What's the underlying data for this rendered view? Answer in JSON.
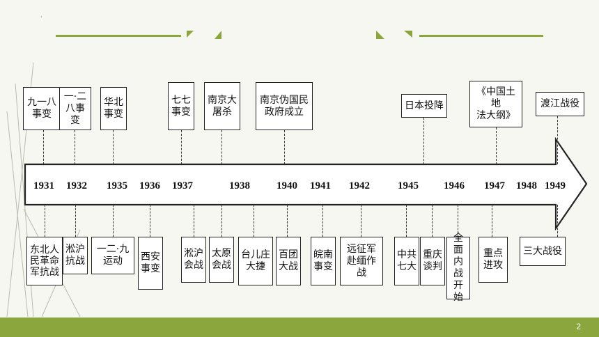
{
  "years": [
    "1931",
    "1932",
    "1935",
    "1936",
    "1937",
    "1938",
    "1940",
    "1941",
    "1942",
    "1945",
    "1946",
    "1947",
    "1948",
    "1949"
  ],
  "top_events": [
    {
      "id": "jiuyiba",
      "text": "九一八\n事变"
    },
    {
      "id": "yierba",
      "text": "一·二\n八事变"
    },
    {
      "id": "huabei",
      "text": "华北\n事变"
    },
    {
      "id": "qiqi",
      "text": "七七\n事变"
    },
    {
      "id": "nanjing-massacre",
      "text": "南京大\n屠杀"
    },
    {
      "id": "wang-regime",
      "text": "南京伪国民\n政府成立"
    },
    {
      "id": "japan-surrender",
      "text": "日本投降"
    },
    {
      "id": "land-law",
      "text": "《中国土地\n法大纲》"
    },
    {
      "id": "yangtze-crossing",
      "text": "渡江战役"
    }
  ],
  "bottom_events": [
    {
      "id": "northeast-army",
      "text": "东北人\n民革命\n军抗战"
    },
    {
      "id": "songhu-1932",
      "text": "淞沪\n抗战"
    },
    {
      "id": "dec9",
      "text": "一二·九\n运动"
    },
    {
      "id": "xian",
      "text": "西安\n事变"
    },
    {
      "id": "songhu-1937",
      "text": "淞沪\n会战"
    },
    {
      "id": "taiyuan",
      "text": "太原\n会战"
    },
    {
      "id": "taierzhuang",
      "text": "台儿庄\n大捷"
    },
    {
      "id": "hundred-regiments",
      "text": "百团\n大战"
    },
    {
      "id": "wannan",
      "text": "皖南\n事变"
    },
    {
      "id": "expedition",
      "text": "远征军\n赴缅作战"
    },
    {
      "id": "cpc7",
      "text": "中共\n七大"
    },
    {
      "id": "chongqing",
      "text": "重庆\n谈判"
    },
    {
      "id": "civil-war",
      "text": "全面\n内战\n开始"
    },
    {
      "id": "key-offensive",
      "text": "重点\n进攻"
    },
    {
      "id": "three-campaigns",
      "text": "三大战役"
    }
  ],
  "page_number": "2",
  "colors": {
    "accent": "#8aa63c",
    "arrow_fill": "#ffffff",
    "arrow_stroke": "#222222"
  }
}
